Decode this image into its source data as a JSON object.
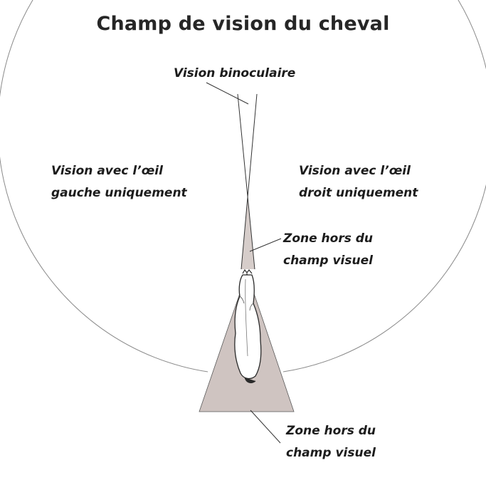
{
  "title": "Champ de vision du cheval",
  "labels": {
    "binocular": "Vision binoculaire",
    "left_eye": [
      "Vision avec l’œil",
      "gauche uniquement"
    ],
    "right_eye": [
      "Vision avec l’œil",
      "droit uniquement"
    ],
    "blind_zone_front": [
      "Zone hors du",
      "champ visuel"
    ],
    "blind_zone_rear": [
      "Zone hors du",
      "champ visuel"
    ]
  },
  "colors": {
    "blind_zone_fill": "#cfc4c1",
    "line": "#3a3a3a",
    "text": "#1c1c1c"
  }
}
